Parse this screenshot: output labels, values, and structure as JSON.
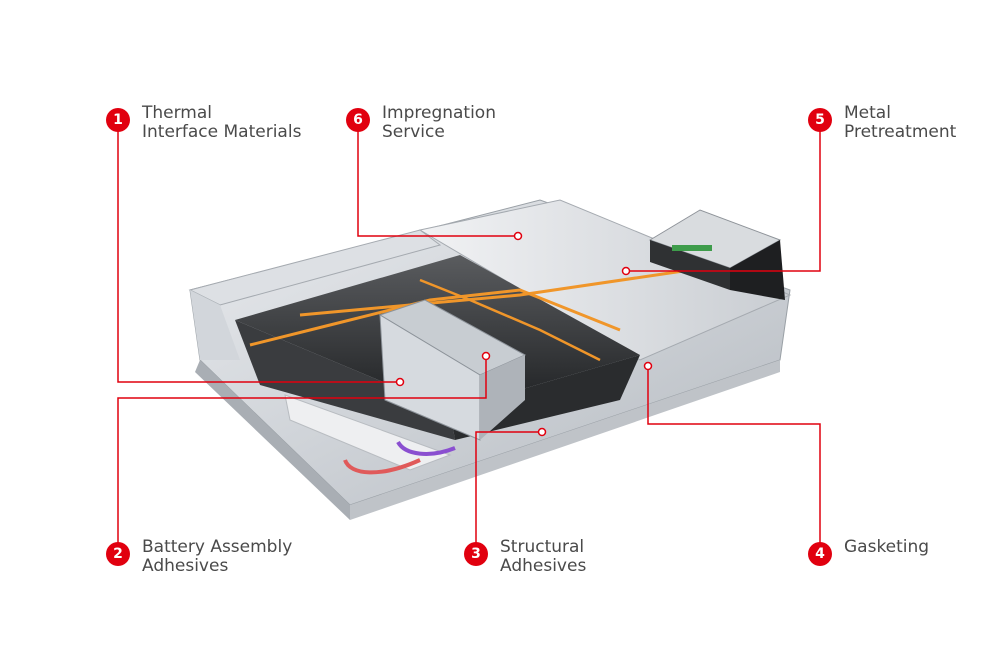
{
  "callouts": [
    {
      "num": "1",
      "line1": "Thermal",
      "line2": "Interface Materials"
    },
    {
      "num": "6",
      "line1": "Impregnation",
      "line2": "Service"
    },
    {
      "num": "5",
      "line1": "Metal",
      "line2": "Pretreatment"
    },
    {
      "num": "2",
      "line1": "Battery Assembly",
      "line2": "Adhesives"
    },
    {
      "num": "3",
      "line1": "Structural",
      "line2": "Adhesives"
    },
    {
      "num": "4",
      "line1": "Gasketing",
      "line2": ""
    }
  ],
  "colors": {
    "accent": "#e1000f",
    "text": "#4a4a4a"
  }
}
